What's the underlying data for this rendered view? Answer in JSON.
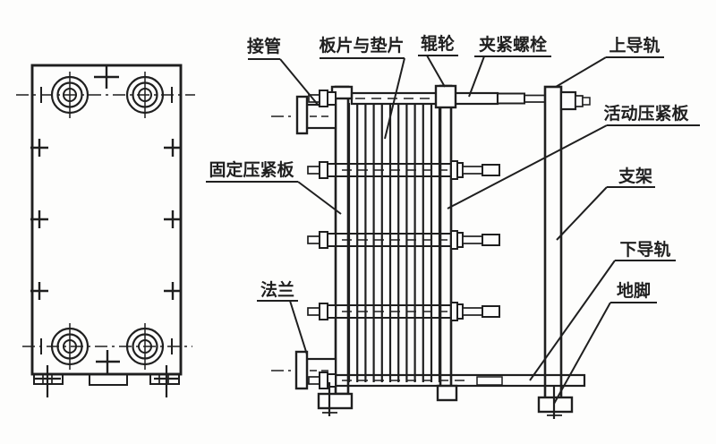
{
  "labels": {
    "pipe_connection": "接管",
    "plate_and_gasket": "板片与垫片",
    "roller": "辊轮",
    "clamping_bolt": "夹紧螺栓",
    "upper_guide_rail": "上导轨",
    "movable_pressure_plate": "活动压紧板",
    "support_frame": "支架",
    "lower_guide_rail": "下导轨",
    "anchor_foot": "地脚",
    "fixed_pressure_plate": "固定压紧板",
    "flange": "法兰"
  },
  "colors": {
    "ink": "#1f1f1f",
    "background": "#fdfdfc"
  }
}
